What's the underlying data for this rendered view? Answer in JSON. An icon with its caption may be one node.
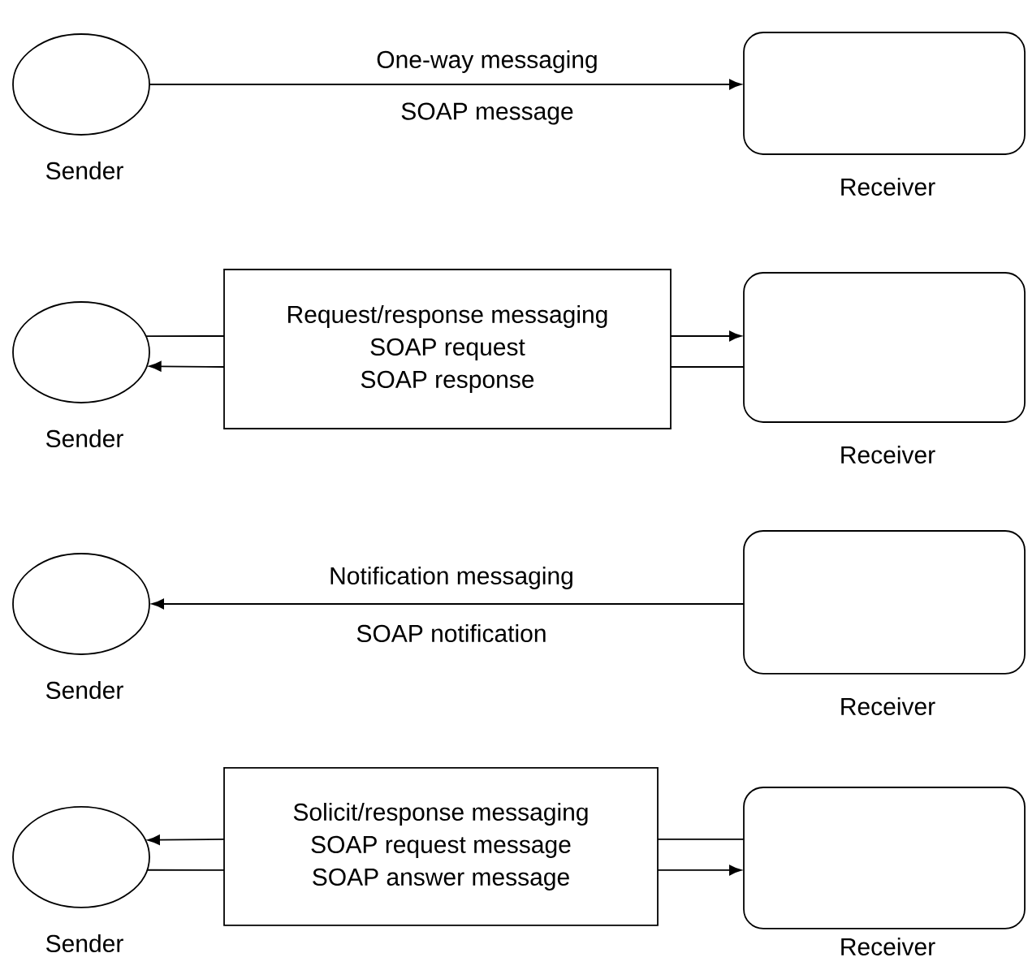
{
  "diagram": {
    "nodes": [
      {
        "text": [],
        "shape": "ellipse",
        "beside": [
          "Sender"
        ]
      },
      {
        "text": [],
        "shape": "box",
        "beside": [
          "Receiver"
        ]
      },
      {
        "text": [],
        "shape": "ellipse",
        "beside": [
          "Sender"
        ]
      },
      {
        "text": [
          "Request/response messaging",
          "SOAP request",
          "SOAP response"
        ]
      },
      {
        "text": [],
        "shape": "box",
        "beside": [
          "Receiver"
        ]
      },
      {
        "text": [],
        "shape": "ellipse",
        "beside": [
          "Sender"
        ]
      },
      {
        "text": [],
        "shape": "box",
        "beside": [
          "Receiver"
        ]
      },
      {
        "text": [],
        "shape": "ellipse",
        "beside": [
          "Sender"
        ]
      },
      {
        "text": [
          "Solicit/response messaging",
          "SOAP request message",
          "SOAP answer message"
        ]
      },
      {
        "text": [],
        "shape": "box",
        "beside": [
          "Receiver"
        ]
      }
    ],
    "edges": [
      {
        "from": 0,
        "to": 1,
        "arrow": "to",
        "label": "SOAP message"
      },
      {
        "from": 2,
        "to": 3,
        "arrow": "none"
      },
      {
        "from": 3,
        "to": 2,
        "arrow": "to"
      },
      {
        "from": 3,
        "to": 4,
        "arrow": "to"
      },
      {
        "from": 4,
        "to": 3,
        "arrow": "none"
      },
      {
        "from": 6,
        "to": 5,
        "arrow": "to",
        "label": "SOAP notification"
      },
      {
        "from": 8,
        "to": 7,
        "arrow": "to"
      },
      {
        "from": 7,
        "to": 8,
        "arrow": "none"
      },
      {
        "from": 9,
        "to": 8,
        "arrow": "none"
      },
      {
        "from": 8,
        "to": 9,
        "arrow": "to"
      }
    ],
    "labels": [
      "One-way messaging",
      "Notification messaging"
    ]
  }
}
